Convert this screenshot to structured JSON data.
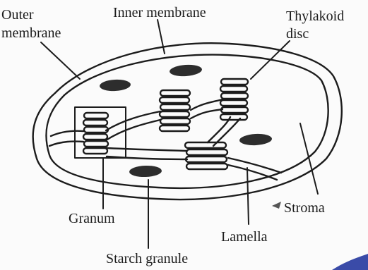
{
  "labels": {
    "outer_membrane_line1": "Outer",
    "outer_membrane_line2": "membrane",
    "inner_membrane": "Inner membrane",
    "thylakoid_line1": "Thylakoid",
    "thylakoid_line2": "disc",
    "stroma": "Stroma",
    "granum": "Granum",
    "lamella": "Lamella",
    "starch_granule": "Starch granule"
  },
  "colors": {
    "ink": "#1c1c1c",
    "paper": "#fbfbfb",
    "starch": "#2d2d2d"
  }
}
